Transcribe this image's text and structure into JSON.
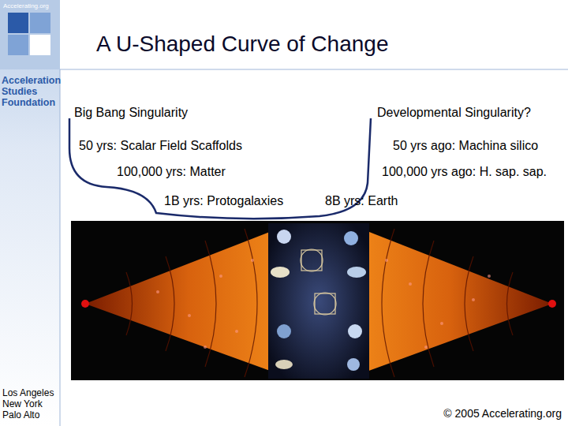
{
  "diagram": {
    "title": "A U-Shaped Curve of Change",
    "labels": [
      "Accelerating.org",
      "Acceleration Studies Foundation",
      "Big Bang Singularity",
      "Developmental Singularity?",
      "50 yrs: Scalar Field Scaffolds",
      "50 yrs ago: Machina silico",
      "100,000 yrs: Matter",
      "100,000 yrs ago: H. sap. sap.",
      "1B yrs: Protogalaxies",
      "8B yrs: Earth",
      "Los Angeles New York Palo Alto",
      "© 2005 Accelerating.org"
    ]
  }
}
